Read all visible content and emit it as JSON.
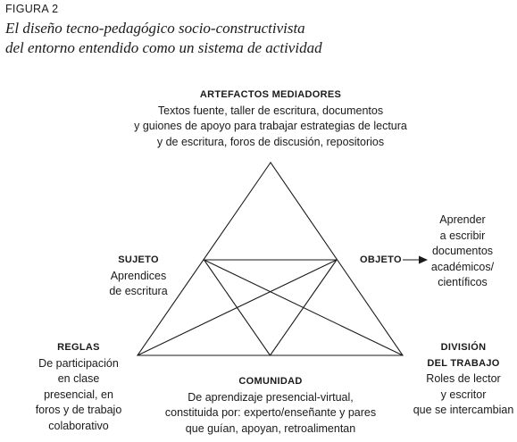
{
  "figure": {
    "label": "FIGURA 2",
    "title_lines": [
      "El diseño tecno-pedagógico socio-constructivista",
      "del entorno entendido como un sistema de actividad"
    ]
  },
  "nodes": {
    "artefactos": {
      "heading": "ARTEFACTOS MEDIADORES",
      "lines": [
        "Textos fuente, taller de escritura, documentos",
        "y guiones de apoyo para trabajar estrategias de lectura",
        "y de escritura, foros de discusión, repositorios"
      ]
    },
    "sujeto": {
      "heading": "SUJETO",
      "lines": [
        "Aprendices",
        "de escritura"
      ]
    },
    "objeto": {
      "heading": "OBJETO",
      "lines": []
    },
    "objeto_desc": {
      "lines": [
        "Aprender",
        "a escribir",
        "documentos",
        "académicos/",
        "científicos"
      ]
    },
    "reglas": {
      "heading": "REGLAS",
      "lines": [
        "De participación",
        "en clase",
        "presencial, en",
        "foros y de trabajo",
        "colaborativo"
      ]
    },
    "comunidad": {
      "heading": "COMUNIDAD",
      "lines": [
        "De aprendizaje presencial-virtual,",
        "constituida por: experto/enseñante y pares",
        "que guían, apoyan, retroalimentan"
      ]
    },
    "division": {
      "heading_lines": [
        "DIVISIÓN",
        "DEL TRABAJO"
      ],
      "lines": [
        "Roles de lector",
        "y escritor",
        "que se intercambian"
      ]
    }
  }
}
